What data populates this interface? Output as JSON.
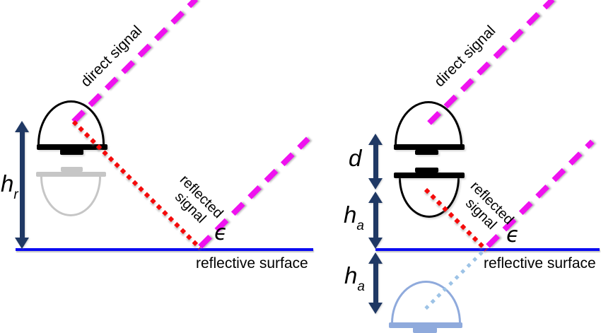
{
  "colors": {
    "magenta": "#EF12EF",
    "red": "#F50A0A",
    "surface_blue": "#0B0BF2",
    "navy": "#1F3864",
    "gray": "#C6C6C6",
    "light_blue": "#8FAADC",
    "light_blue_dots": "#9DC3E6"
  },
  "left": {
    "direct_signal_label": "direct signal",
    "reflected_signal_line1": "reflected",
    "reflected_signal_line2": "signal",
    "elevation_angle_symbol": "ϵ",
    "surface_label": "reflective surface",
    "receiver_height_symbol": "h",
    "receiver_height_subscript": "r"
  },
  "right": {
    "direct_signal_label": "direct signal",
    "reflected_signal_line1": "reflected",
    "reflected_signal_line2": "signal",
    "elevation_angle_symbol": "ϵ",
    "surface_label": "reflective surface",
    "antenna_separation_symbol": "d",
    "antenna_height_symbol": "h",
    "antenna_height_subscript": "a",
    "image_depth_symbol": "h",
    "image_depth_subscript": "a"
  }
}
